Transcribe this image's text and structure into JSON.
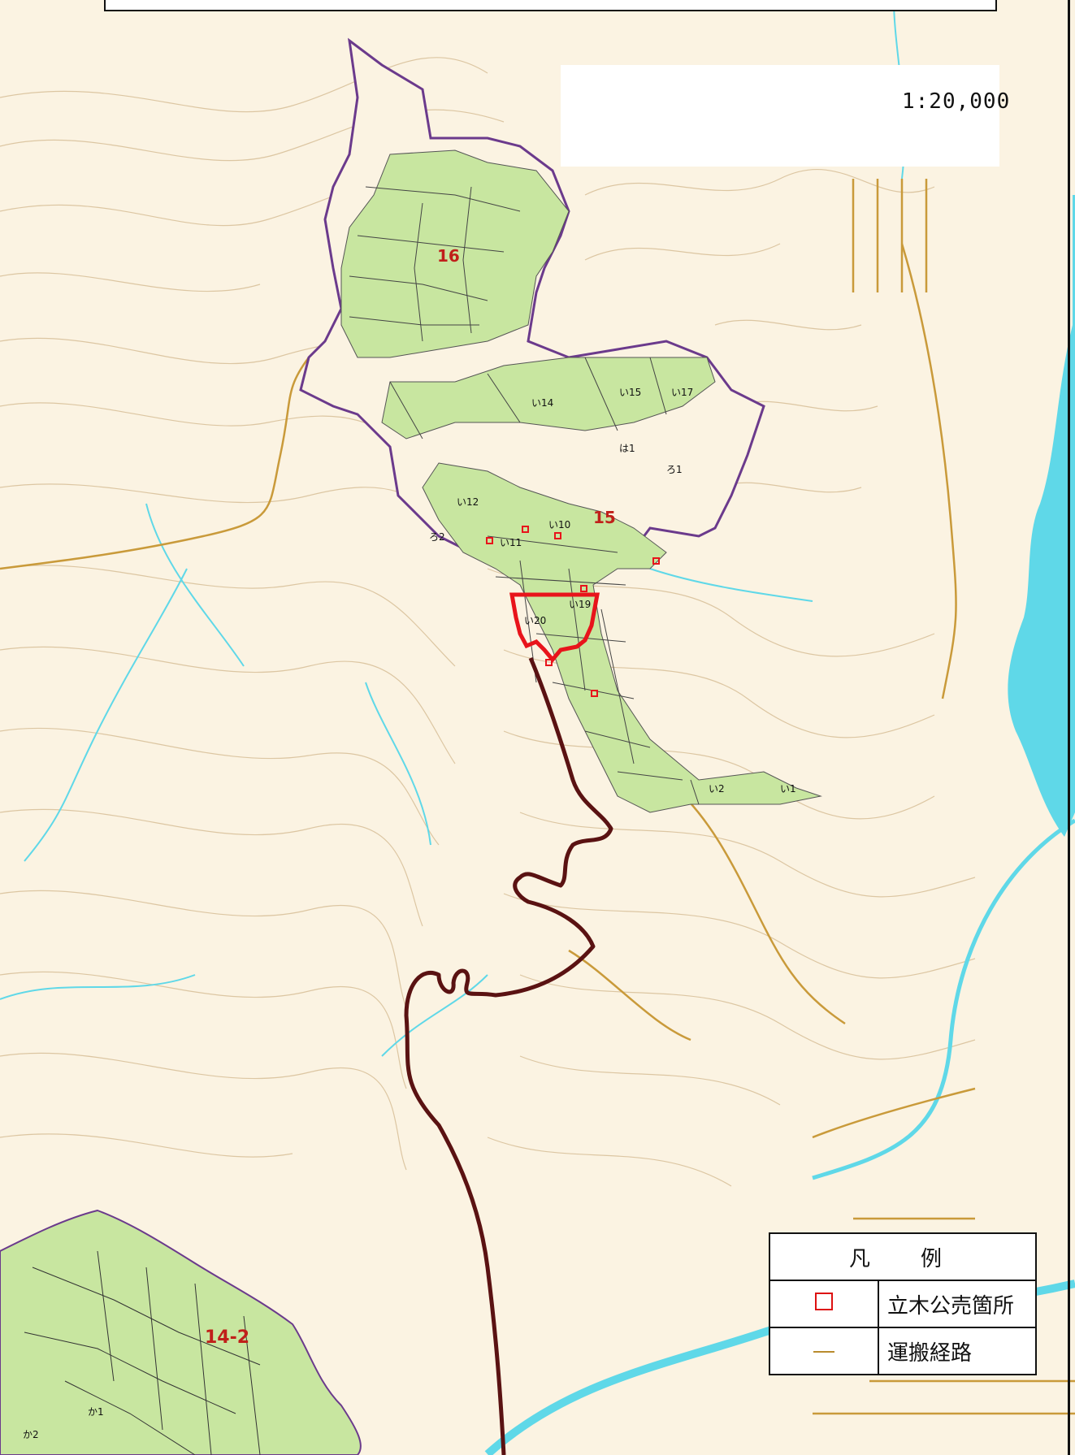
{
  "scale": {
    "text": "1:20,000"
  },
  "compartments": {
    "c16": "16",
    "c15": "15",
    "c14_2": "14-2"
  },
  "stand_labels": {
    "i20": "い20",
    "i19": "い19",
    "i12": "い12",
    "i14": "い14",
    "i15": "い15",
    "i17": "い17",
    "i11": "い11",
    "i10": "い10",
    "ha1": "は1",
    "ro1": "ろ1",
    "ro2": "ろ2",
    "ka1": "か1",
    "ka2": "か2",
    "i1": "い1",
    "i2": "い2"
  },
  "legend": {
    "title": "凡　例",
    "items": [
      {
        "symbol": "red-square",
        "label": "立木公売箇所"
      },
      {
        "symbol": "brown-line",
        "label": "運搬経路"
      }
    ]
  },
  "colors": {
    "background": "#fbf3e2",
    "contour": "#d9c4a0",
    "forest_fill": "#c8e6a0",
    "boundary": "#6b3a8c",
    "sale_area": "#e8141b",
    "route": "#5a1212",
    "river": "#5fd8e8",
    "road": "#c99a3a"
  }
}
